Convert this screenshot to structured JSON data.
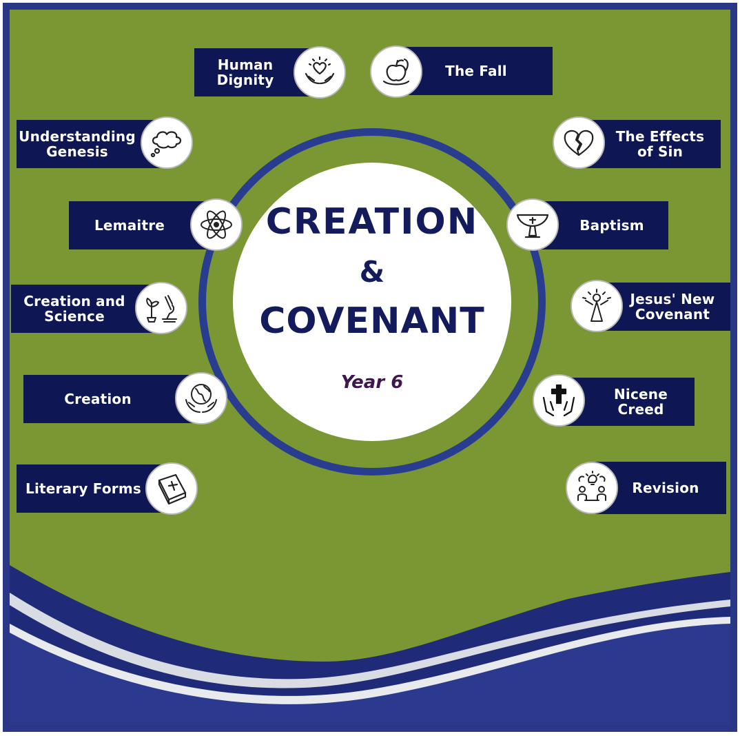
{
  "title": {
    "line1": "CREATION",
    "line2": "&",
    "line3": "COVENANT"
  },
  "subtitle": "Year 6",
  "colors": {
    "background_green": "#7a9733",
    "navy": "#0f1654",
    "ring_blue": "#283d8f",
    "circle_white": "#ffffff",
    "title_text": "#141b5c",
    "subtitle_text": "#3e1650"
  },
  "topics": [
    {
      "label": "Human\nDignity",
      "icon": "hands-heart-icon"
    },
    {
      "label": "The Fall",
      "icon": "apple-serpent-icon"
    },
    {
      "label": "Understanding\nGenesis",
      "icon": "thought-cloud-icon"
    },
    {
      "label": "The Effects\nof Sin",
      "icon": "broken-heart-icon"
    },
    {
      "label": "Lemaitre",
      "icon": "atom-icon"
    },
    {
      "label": "Baptism",
      "icon": "baptismal-font-icon"
    },
    {
      "label": "Creation and\nScience",
      "icon": "plant-microscope-icon"
    },
    {
      "label": "Jesus' New\nCovenant",
      "icon": "risen-jesus-icon"
    },
    {
      "label": "Creation",
      "icon": "globe-hands-icon"
    },
    {
      "label": "Nicene\nCreed",
      "icon": "praying-hands-cross-icon"
    },
    {
      "label": "Literary Forms",
      "icon": "bible-icon"
    },
    {
      "label": "Revision",
      "icon": "discussion-lightbulb-icon"
    }
  ]
}
